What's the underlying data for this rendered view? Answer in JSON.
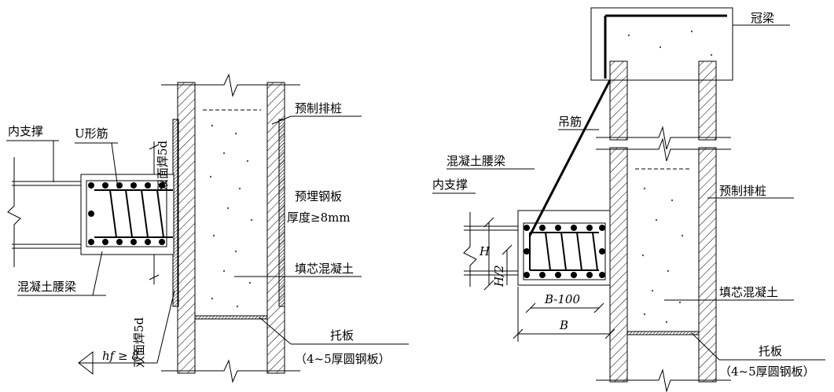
{
  "left_labels": {
    "inner_brace": "内支撑",
    "u_bar": "U形筋",
    "weld_top": "双面焊5d",
    "weld_bottom": "双面焊5d",
    "waist_beam": "混凝土腰梁",
    "weld_size": "hf ≥ 8",
    "precast_pile": "预制排桩",
    "embedded_plate": "预埋钢板",
    "plate_thickness": "厚度≥8mm",
    "core_concrete": "填芯混凝土",
    "support_plate": "托板",
    "support_plate_note": "（4~5厚圆钢板）"
  },
  "right_labels": {
    "crown_beam": "冠梁",
    "hanging_bar": "吊筋",
    "waist_beam": "混凝土腰梁",
    "inner_brace": "内支撑",
    "precast_pile": "预制排桩",
    "dim_H": "H",
    "dim_H2": "H/2",
    "dim_B100": "B-100",
    "dim_B": "B",
    "core_concrete": "填芯混凝土",
    "support_plate": "托板",
    "support_plate_note": "（4~5厚圆钢板）"
  }
}
